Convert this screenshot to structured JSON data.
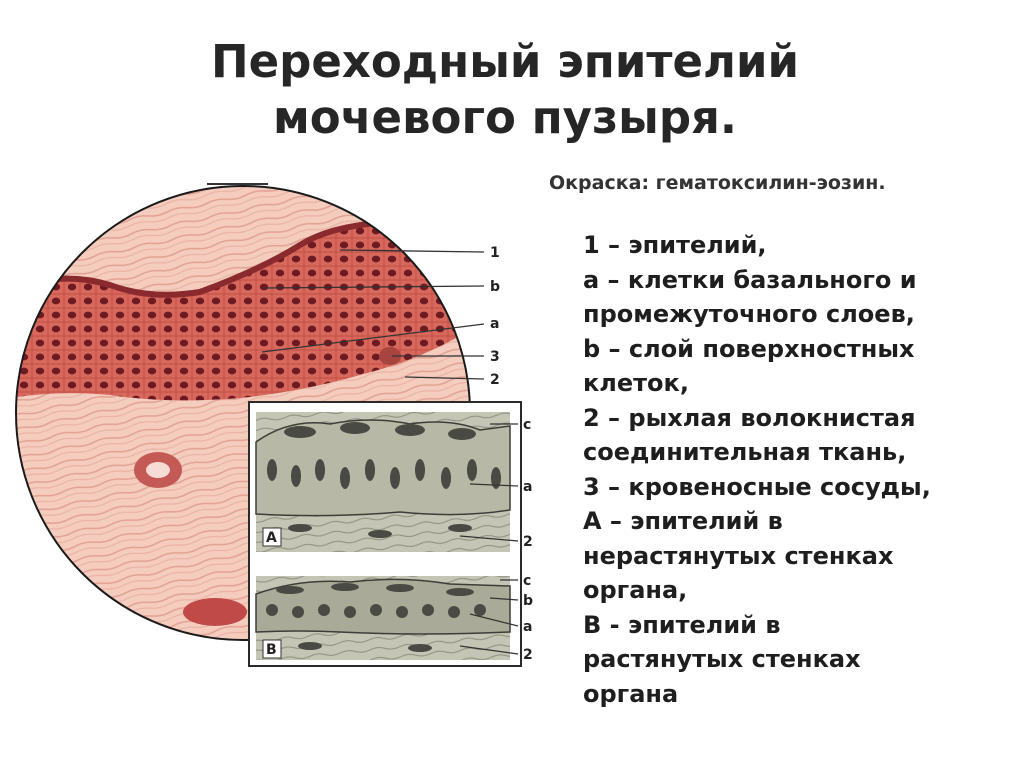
{
  "title": {
    "line1": "Переходный эпителий",
    "line2": "мочевого пузыря."
  },
  "stain": "Окраска: гематоксилин-эозин.",
  "legend": [
    "1 – эпителий,",
    "a – клетки базального и",
    "промежуточного слоев,",
    "b – слой поверхностных",
    "клеток,",
    "2 – рыхлая волокнистая",
    "соединительная ткань,",
    "3 – кровеносные сосуды,",
    "A – эпителий в",
    "нерастянутых стенках",
    "органа,",
    "B - эпителий в",
    "растянутых стенках",
    "органа"
  ],
  "figure": {
    "circle_labels": [
      "1",
      "b",
      "a",
      "3",
      "2"
    ],
    "inset_A": {
      "panel_label": "A",
      "labels": [
        "c",
        "a",
        "2"
      ]
    },
    "inset_B": {
      "panel_label": "B",
      "labels": [
        "c",
        "b",
        "a",
        "2"
      ]
    }
  },
  "colors": {
    "tissue_pink": "#f2c2b4",
    "epithelium_red": "#d2574f",
    "nucleus_dark": "#6e1a22",
    "inset_gray": "#b8b8a8",
    "inset_dark": "#4a4a44"
  }
}
